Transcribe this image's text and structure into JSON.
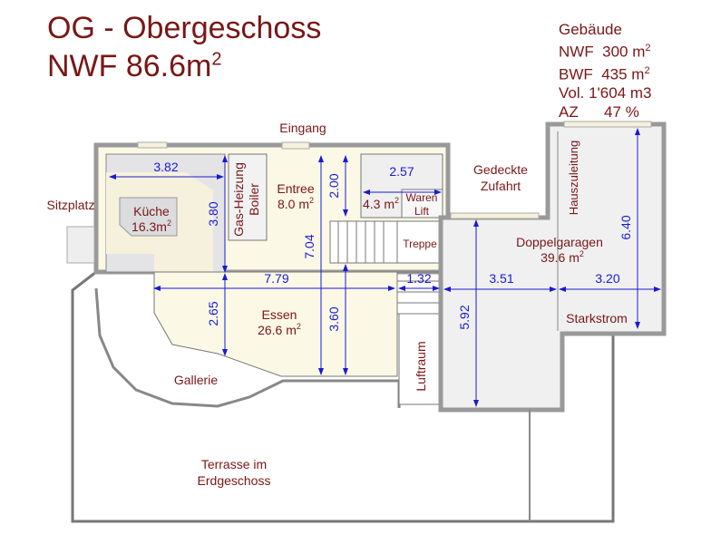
{
  "title": {
    "line1": "OG - Obergeschoss",
    "line2_prefix": "NWF 86.6m",
    "line2_sup": "2"
  },
  "building_info": {
    "heading": "Gebäude",
    "nwf": "NWF  300 m",
    "nwf_sup": "2",
    "bwf": "BWF  435 m",
    "bwf_sup": "2",
    "vol": "Vol. 1'604 m3",
    "az": "AZ      47 %"
  },
  "rooms": {
    "eingang": "Eingang",
    "sitzplatz": "Sitzplatz",
    "kueche": "Küche",
    "kueche_area": "16.3m",
    "entree": "Entree",
    "entree_area": "8.0 m",
    "gas1": "Gas-Heizung",
    "gas2": "Boiler",
    "small_area": "4.3 m",
    "waren": "Waren",
    "lift": "Lift",
    "treppe": "Treppe",
    "gedeckte": "Gedeckte",
    "zufahrt": "Zufahrt",
    "hauszuleitung": "Hauszuleitung",
    "doppelgaragen": "Doppelgaragen",
    "garage_area": "39.6 m",
    "starkstrom": "Starkstrom",
    "essen": "Essen",
    "essen_area": "26.6 m",
    "gallerie": "Gallerie",
    "luftraum": "Luftraum",
    "terrasse1": "Terrasse im",
    "terrasse2": "Erdgeschoss",
    "sup": "2"
  },
  "dimensions": {
    "d382": "3.82",
    "d380": "3.80",
    "d200": "2.00",
    "d257": "2.57",
    "d704": "7.04",
    "d779": "7.79",
    "d132": "1.32",
    "d265": "2.65",
    "d360": "3.60",
    "d351": "3.51",
    "d320": "3.20",
    "d592": "5.92",
    "d640": "6.40"
  },
  "colors": {
    "text": "#7a1616",
    "dim": "#1a1ad0",
    "floor": "#fbf8e6",
    "gray": "#e6e6e8"
  }
}
